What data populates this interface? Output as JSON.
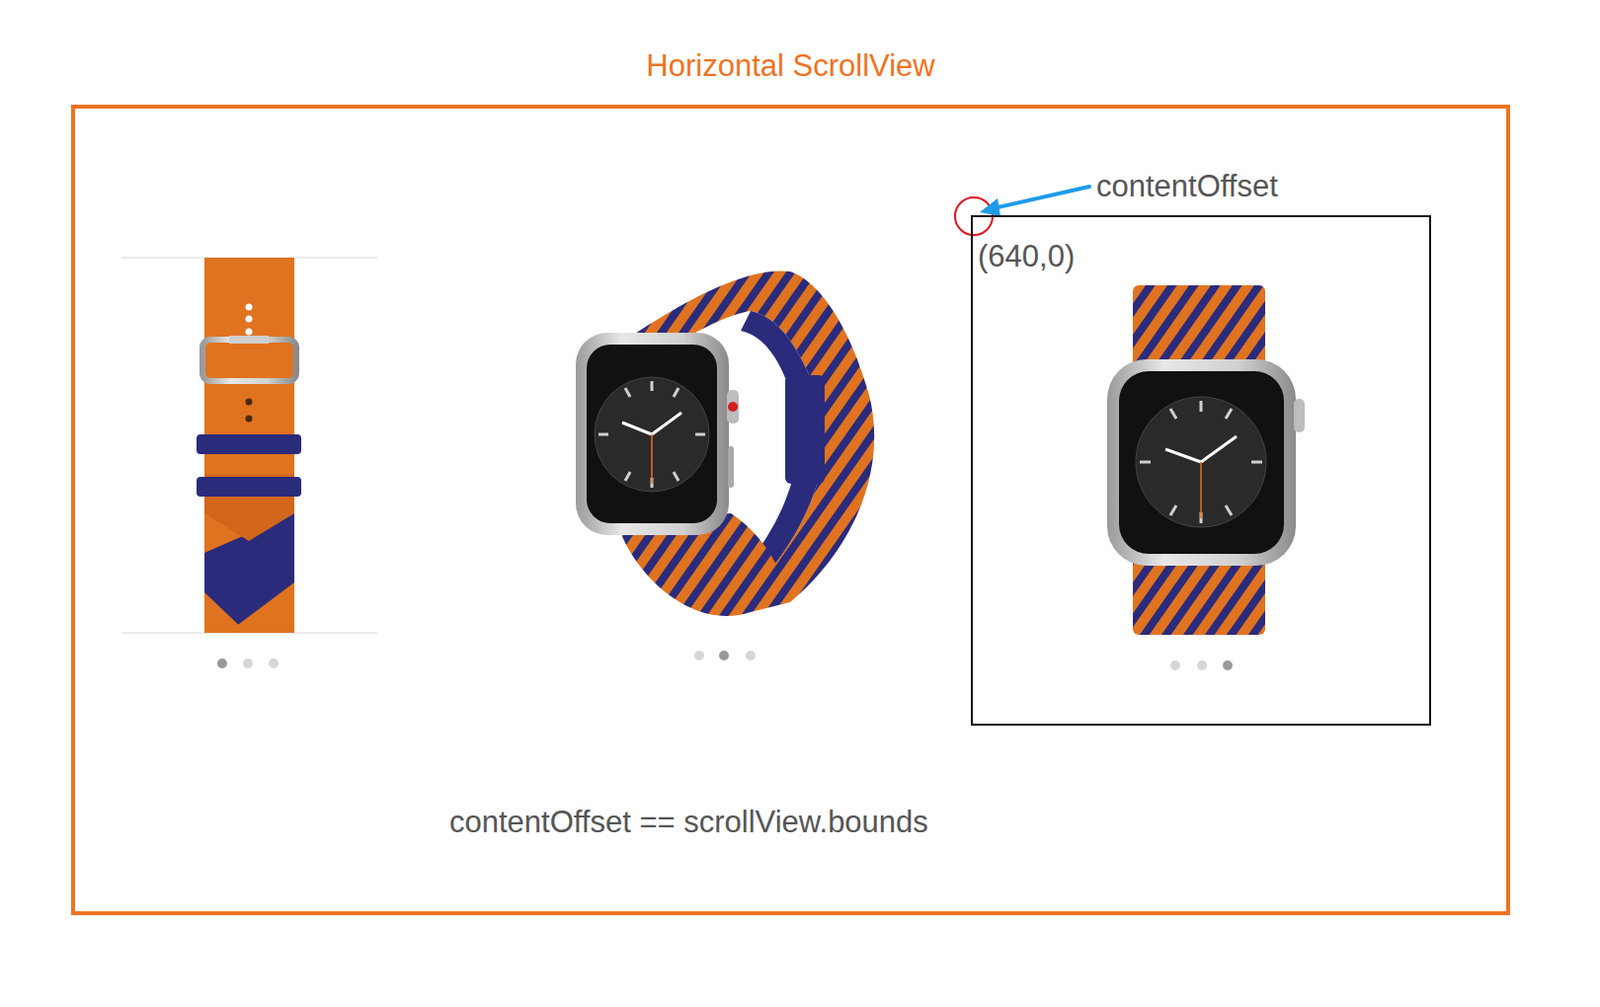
{
  "diagram": {
    "nodes": [
      {
        "text": [
          "Horizontal ScrollView",
          "contentOffset == scrollView.bounds"
        ]
      },
      {
        "text": [
          "(640,0)"
        ],
        "in": 0
      }
    ],
    "labels": [
      "contentOffset"
    ]
  }
}
